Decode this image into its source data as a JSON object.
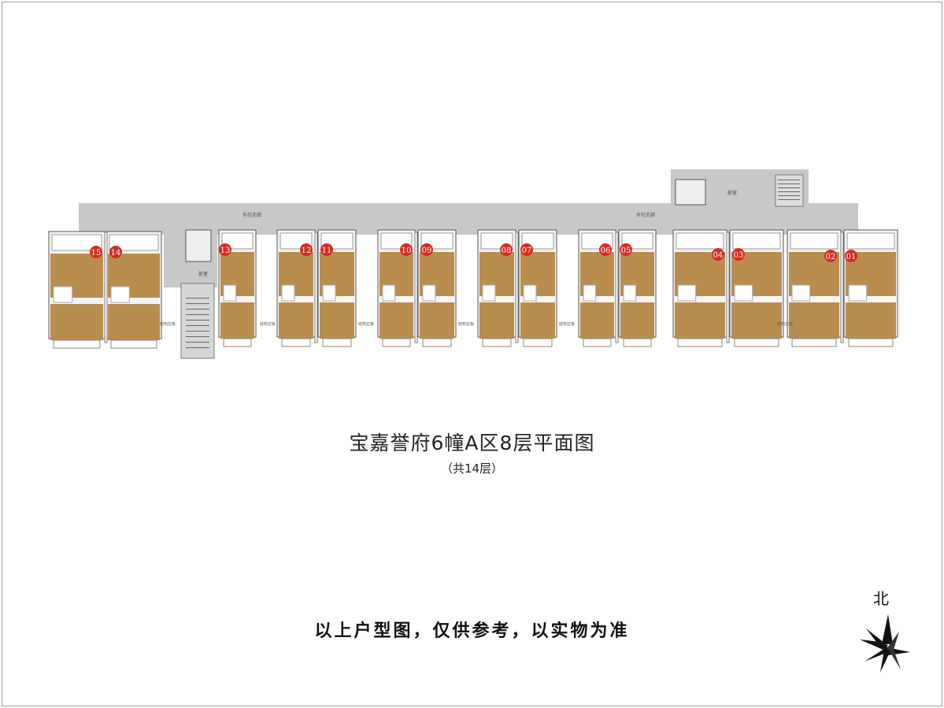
{
  "title": "宝嘉誉府6幢A区8层平面图",
  "subtitle": "（共14层）",
  "disclaimer": "以上户型图，仅供参考，以实物为准",
  "north_label": "北",
  "units": [
    "15",
    "14",
    "13",
    "12",
    "11",
    "10",
    "09",
    "08",
    "07",
    "06",
    "05",
    "04",
    "03",
    "02",
    "01"
  ],
  "room_labels": {
    "corridor": "有柱走廊",
    "lobby": "前室",
    "slab": "结构拉板"
  },
  "colors": {
    "unit": "#b98d4e",
    "corridor": "#c8c8c8",
    "badge": "#d62b22",
    "wall": "#555555"
  }
}
